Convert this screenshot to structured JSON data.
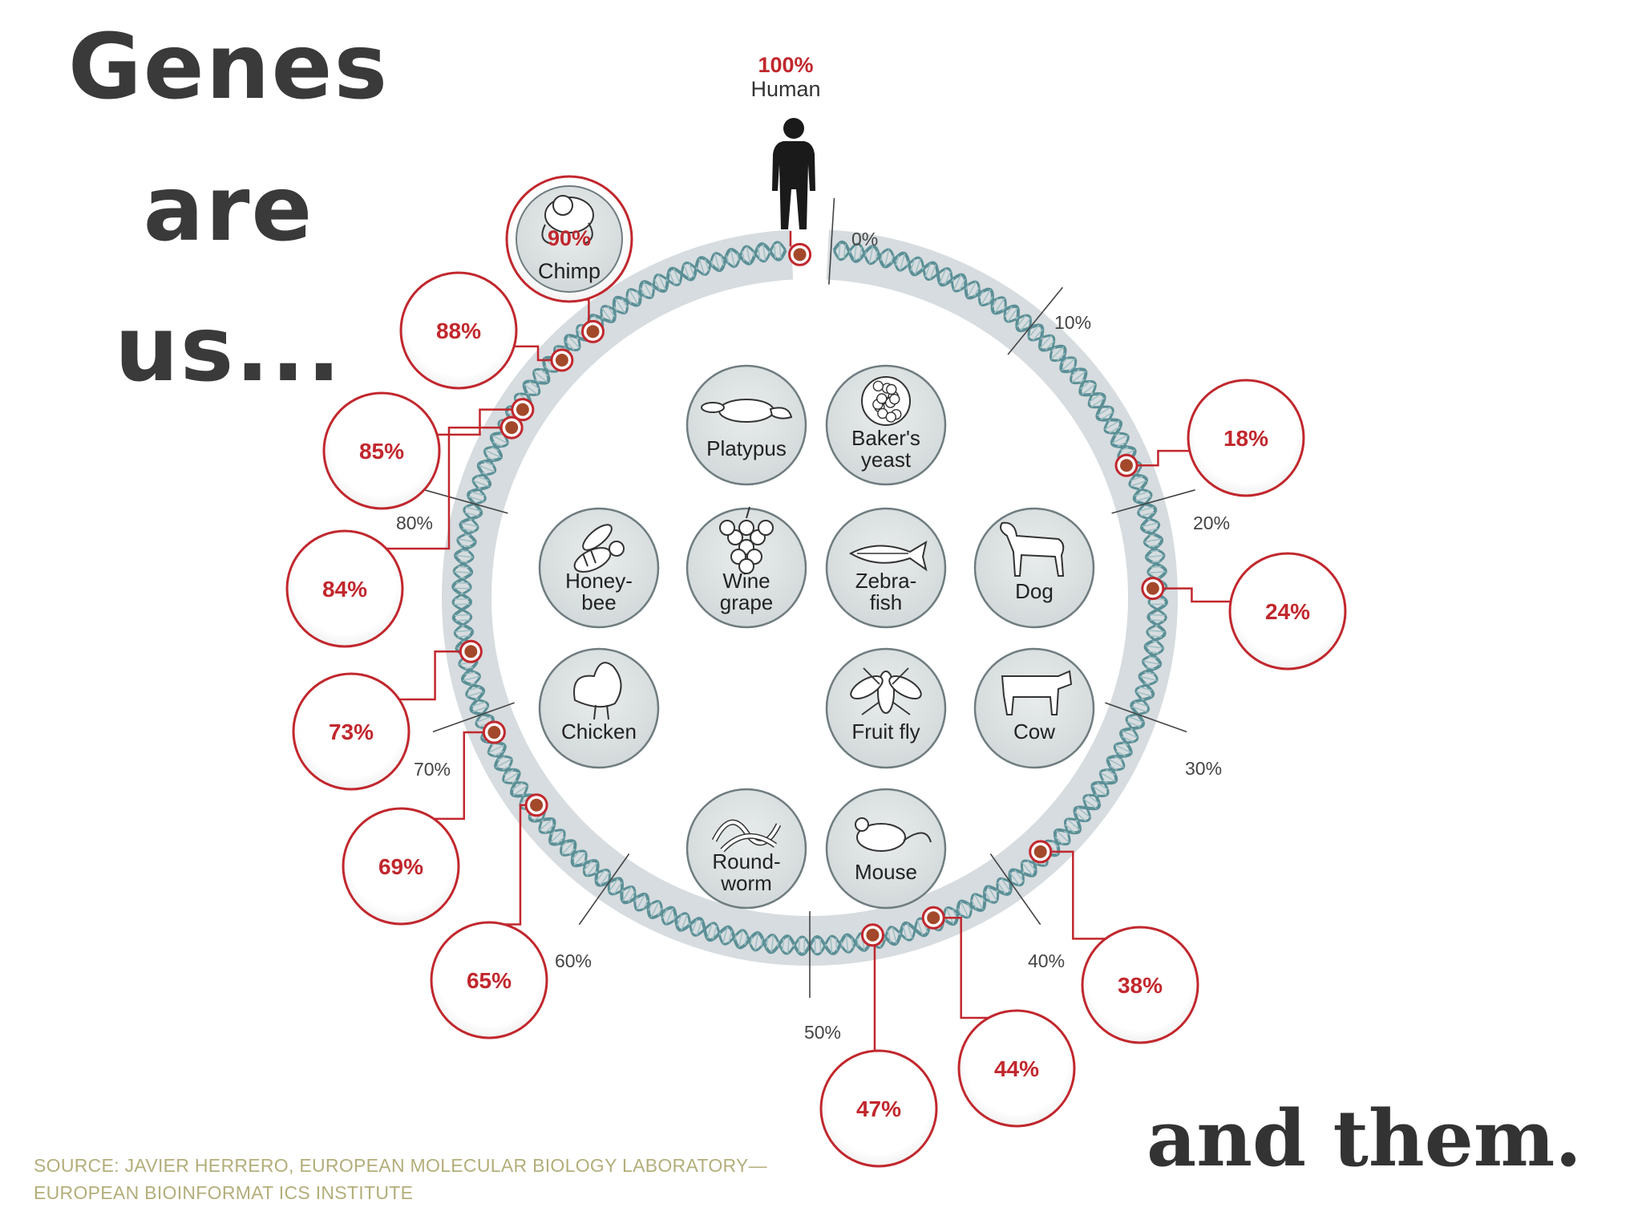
{
  "heading": {
    "line1": "Genes",
    "line2": "are",
    "line3": "us...",
    "closing": "and them."
  },
  "source": {
    "line1": "SOURCE: JAVIER HERRERO, EUROPEAN MOLECULAR BIOLOGY LABORATORY—",
    "line2": "EUROPEAN BIOINFORMAT ICS INSTITUTE"
  },
  "reference": {
    "value": "100%",
    "name": "Human"
  },
  "ring_ticks": [
    "0%",
    "10%",
    "20%",
    "30%",
    "40%",
    "50%",
    "60%",
    "70%",
    "80%"
  ],
  "species": [
    {
      "name": "Chimp",
      "percent": "90%"
    },
    {
      "name": "",
      "percent": "88%"
    },
    {
      "name": "",
      "percent": "85%"
    },
    {
      "name": "",
      "percent": "84%"
    },
    {
      "name": "",
      "percent": "73%"
    },
    {
      "name": "",
      "percent": "69%"
    },
    {
      "name": "",
      "percent": "65%"
    },
    {
      "name": "",
      "percent": "47%"
    },
    {
      "name": "",
      "percent": "44%"
    },
    {
      "name": "",
      "percent": "38%"
    },
    {
      "name": "",
      "percent": "24%"
    },
    {
      "name": "",
      "percent": "18%"
    }
  ],
  "organisms": [
    {
      "line1": "Platypus",
      "line2": "",
      "icon": "platypus-icon"
    },
    {
      "line1": "Baker's",
      "line2": "yeast",
      "icon": "yeast-icon"
    },
    {
      "line1": "Honey-",
      "line2": "bee",
      "icon": "bee-icon"
    },
    {
      "line1": "Wine",
      "line2": "grape",
      "icon": "grape-icon"
    },
    {
      "line1": "Zebra-",
      "line2": "fish",
      "icon": "fish-icon"
    },
    {
      "line1": "Dog",
      "line2": "",
      "icon": "dog-icon"
    },
    {
      "line1": "Chicken",
      "line2": "",
      "icon": "chicken-icon"
    },
    {
      "line1": "Fruit fly",
      "line2": "",
      "icon": "fly-icon"
    },
    {
      "line1": "Cow",
      "line2": "",
      "icon": "cow-icon"
    },
    {
      "line1": "Round-",
      "line2": "worm",
      "icon": "worm-icon"
    },
    {
      "line1": "Mouse",
      "line2": "",
      "icon": "mouse-icon"
    }
  ],
  "colors": {
    "accent_red": "#c1272d",
    "ring_gray": "#d6dcdf",
    "dna_teal": "#5b8f96",
    "circle_fill": "#dfe3e4",
    "circle_stroke": "#6f7c80",
    "text_dark": "#3a3a3a",
    "source_text": "#b3ae7a"
  }
}
